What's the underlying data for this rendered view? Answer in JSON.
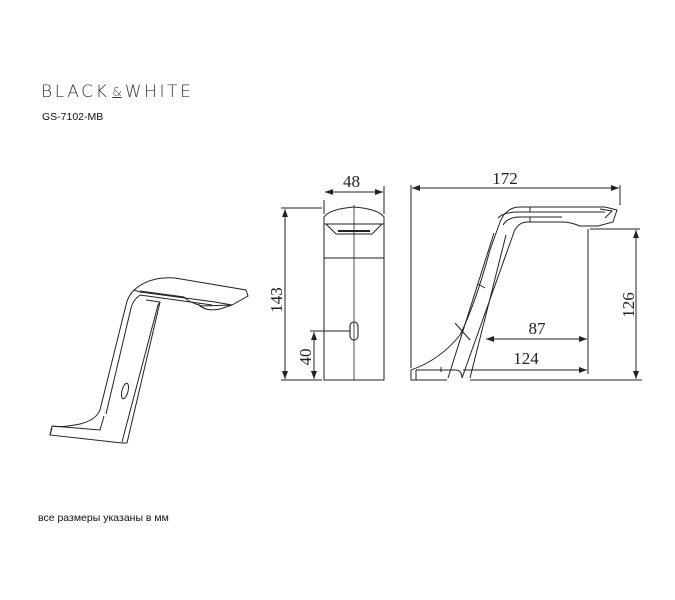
{
  "header": {
    "brand_left": "BLACK",
    "brand_amp": "&",
    "brand_right": "WHITE",
    "model": "GS-7102-MB"
  },
  "footer": {
    "note": "все размеры указаны в мм"
  },
  "dimensions": {
    "front_width": "48",
    "front_height": "143",
    "sensor_height": "40",
    "side_length": "172",
    "spout_height": "126",
    "reach_inner": "87",
    "reach_base": "124"
  },
  "views": [
    "isometric-view",
    "front-view",
    "side-view"
  ]
}
